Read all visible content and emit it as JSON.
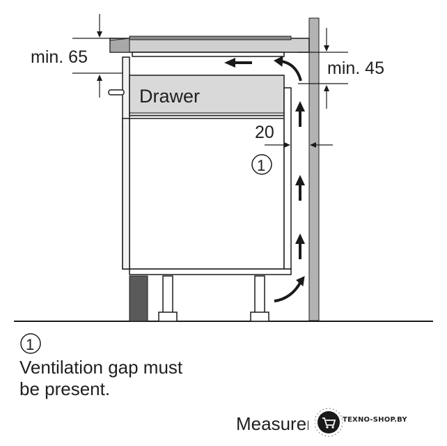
{
  "labels": {
    "min_top": "min. 65",
    "min_right": "min. 45",
    "gap": "20",
    "drawer": "Drawer",
    "marker": "1"
  },
  "note": {
    "marker": "1",
    "line1": "Ventilation gap must",
    "line2": "be present."
  },
  "footer": {
    "title": "Measurements in mm",
    "watermark": "TEXNO-SHOP.BY"
  },
  "colors": {
    "line": "#1a1a1a",
    "drawer_fill": "#d9d9d9",
    "panel_fill": "#f2f2f2",
    "wall_fill": "#b3b3b3",
    "plinth_fill": "#5a5a5a",
    "worktop_fill": "#d0d0d0",
    "cooktop_fill": "#8c8c8c"
  },
  "icons": {
    "watermark_logo": "shopping-cart-icon",
    "airflow": "arrow-icon"
  }
}
